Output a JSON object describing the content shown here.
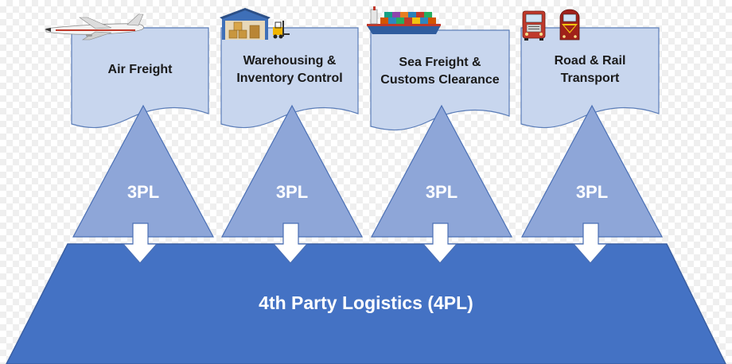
{
  "colors": {
    "doc_fill": "#c8d6ee",
    "doc_stroke": "#5b7db8",
    "triangle_fill": "#8ea6d8",
    "triangle_stroke": "#4a6fb4",
    "base_fill": "#4472c4",
    "base_stroke": "#3a5fa3",
    "arrow_fill": "#ffffff"
  },
  "services": [
    {
      "label": "Air Freight",
      "tier": "3PL",
      "icon": "airplane-icon"
    },
    {
      "label": "Warehousing &\nInventory Control",
      "tier": "3PL",
      "icon": "warehouse-forklift-icon"
    },
    {
      "label": "Sea Freight &\nCustoms Clearance",
      "tier": "3PL",
      "icon": "cargo-ship-icon"
    },
    {
      "label": "Road & Rail\nTransport",
      "tier": "3PL",
      "icon": "truck-train-icon"
    }
  ],
  "base": {
    "title": "4th Party Logistics (4PL)"
  }
}
